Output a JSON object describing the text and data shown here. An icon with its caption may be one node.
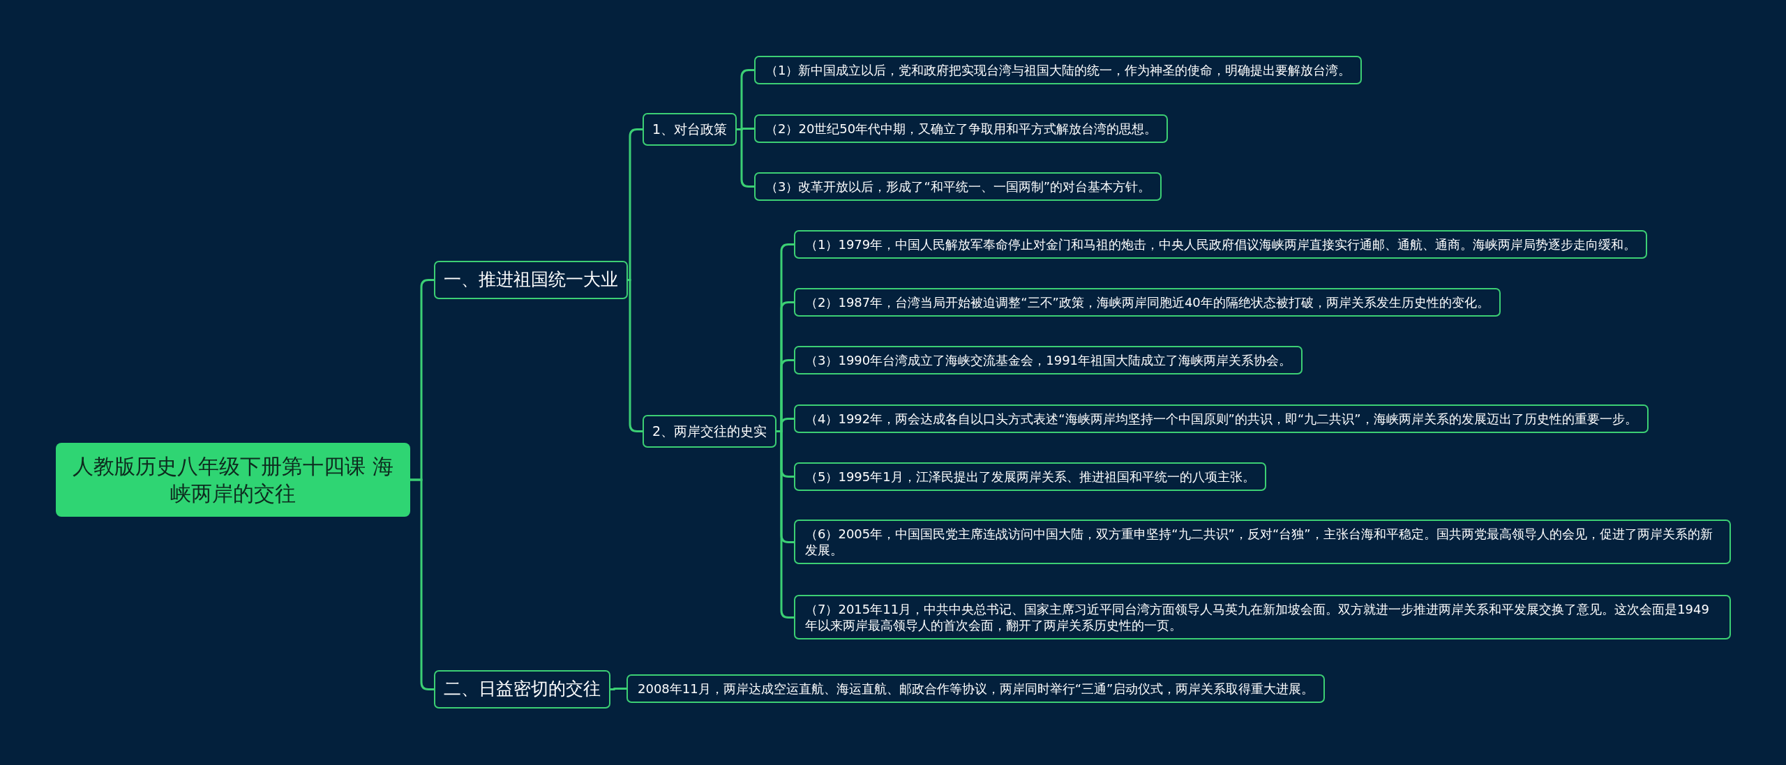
{
  "diagram": {
    "nodes": [
      {
        "text": [
          "人教版历史八年级下册第十四课 海峡两岸的交往"
        ]
      },
      {
        "text": [
          "一、推进祖国统一大业"
        ]
      },
      {
        "text": [
          "1、对台政策"
        ]
      },
      {
        "text": [
          "（1）新中国成立以后，党和政府把实现台湾与祖国大陆的统一，作为神圣的使命，明确提出要解放台湾。"
        ]
      },
      {
        "text": [
          "（2）20世纪50年代中期，又确立了争取用和平方式解放台湾的思想。"
        ]
      },
      {
        "text": [
          "（3）改革开放以后，形成了“和平统一、一国两制”的对台基本方针。"
        ]
      },
      {
        "text": [
          "2、两岸交往的史实"
        ]
      },
      {
        "text": [
          "（1）1979年，中国人民解放军奉命停止对金门和马祖的炮击，中央人民政府倡议海峡两岸直接实行通邮、通航、通商。海峡两岸局势逐步走向缓和。"
        ]
      },
      {
        "text": [
          "（2）1987年，台湾当局开始被迫调整“三不”政策，海峡两岸同胞近40年的隔绝状态被打破，两岸关系发生历史性的变化。"
        ]
      },
      {
        "text": [
          "（3）1990年台湾成立了海峡交流基金会，1991年祖国大陆成立了海峡两岸关系协会。"
        ]
      },
      {
        "text": [
          "（4）1992年，两会达成各自以口头方式表述“海峡两岸均坚持一个中国原则”的共识，即“九二共识”，海峡两岸关系的发展迈出了历史性的重要一步。"
        ]
      },
      {
        "text": [
          "（5）1995年1月，江泽民提出了发展两岸关系、推进祖国和平统一的八项主张。"
        ]
      },
      {
        "text": [
          "（6）2005年，中国国民党主席连战访问中国大陆，双方重申坚持“九二共识”，反对“台独”，主张台海和平稳定。国共两党最高领导人的会见，促进了两岸关系的新发展。"
        ]
      },
      {
        "text": [
          "（7）2015年11月，中共中央总书记、国家主席习近平同台湾方面领导人马英九在新加坡会面。双方就进一步推进两岸关系和平发展交换了意见。这次会面是1949年以来两岸最高领导人的首次会面，翻开了两岸关系历史性的一页。"
        ]
      },
      {
        "text": [
          "二、日益密切的交往"
        ]
      },
      {
        "text": [
          "2008年11月，两岸达成空运直航、海运直航、邮政合作等协议，两岸同时举行“三通”启动仪式，两岸关系取得重大进展。"
        ]
      }
    ],
    "edges": [
      {
        "from": 0,
        "to": 1,
        "arrow": "none"
      },
      {
        "from": 0,
        "to": 14,
        "arrow": "none"
      },
      {
        "from": 1,
        "to": 2,
        "arrow": "none"
      },
      {
        "from": 1,
        "to": 6,
        "arrow": "none"
      },
      {
        "from": 2,
        "to": 3,
        "arrow": "none"
      },
      {
        "from": 2,
        "to": 4,
        "arrow": "none"
      },
      {
        "from": 2,
        "to": 5,
        "arrow": "none"
      },
      {
        "from": 6,
        "to": 7,
        "arrow": "none"
      },
      {
        "from": 6,
        "to": 8,
        "arrow": "none"
      },
      {
        "from": 6,
        "to": 9,
        "arrow": "none"
      },
      {
        "from": 6,
        "to": 10,
        "arrow": "none"
      },
      {
        "from": 6,
        "to": 11,
        "arrow": "none"
      },
      {
        "from": 6,
        "to": 12,
        "arrow": "none"
      },
      {
        "from": 6,
        "to": 13,
        "arrow": "none"
      },
      {
        "from": 14,
        "to": 15,
        "arrow": "none"
      }
    ]
  }
}
